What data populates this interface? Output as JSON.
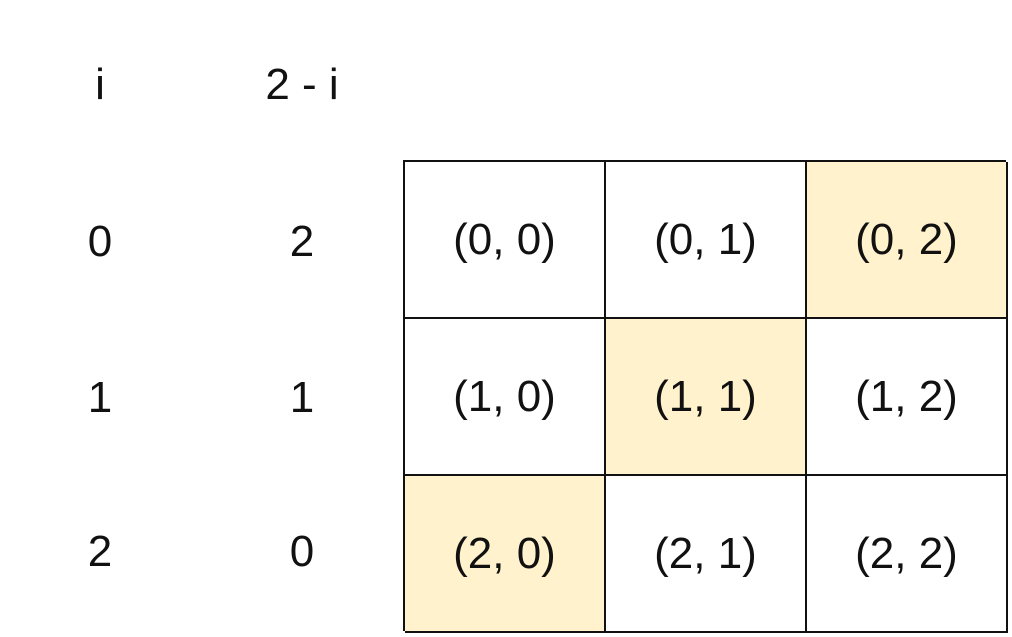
{
  "columns": {
    "i_header": "i",
    "two_minus_i_header": "2 - i"
  },
  "rows": [
    {
      "i": "0",
      "two_minus_i": "2"
    },
    {
      "i": "1",
      "two_minus_i": "1"
    },
    {
      "i": "2",
      "two_minus_i": "0"
    }
  ],
  "grid": {
    "cells": [
      [
        "(0, 0)",
        "(0, 1)",
        "(0, 2)"
      ],
      [
        "(1, 0)",
        "(1, 1)",
        "(1, 2)"
      ],
      [
        "(2, 0)",
        "(2, 1)",
        "(2, 2)"
      ]
    ],
    "highlighted": [
      "(0, 2)",
      "(1, 1)",
      "(2, 0)"
    ],
    "highlight_color": "#fff2cc",
    "border_color": "#111111"
  }
}
